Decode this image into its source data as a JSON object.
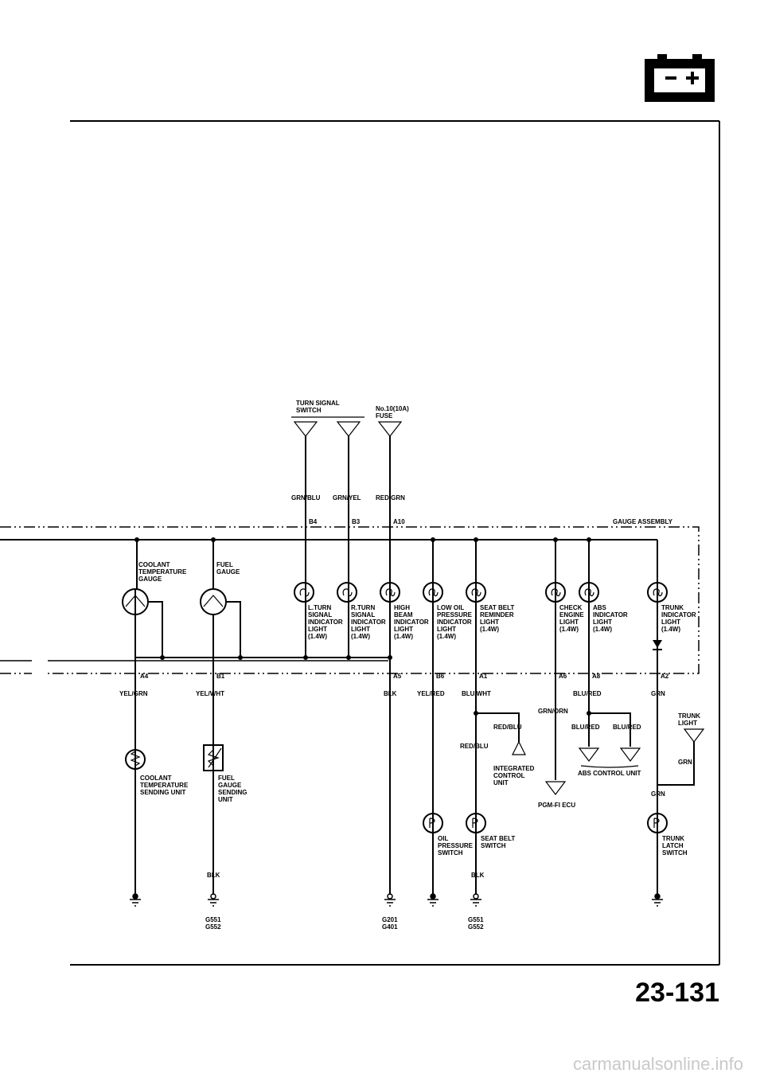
{
  "page": {
    "number": "23-131",
    "watermark": "carmanualsonline.info"
  },
  "header_icon": "battery-icon",
  "top_inputs": {
    "turn_signal_switch": [
      "TURN SIGNAL",
      "SWITCH"
    ],
    "fuse": [
      "No.10(10A)",
      "FUSE"
    ]
  },
  "input_wires": {
    "grn_blu": "GRN/BLU",
    "grn_yel": "GRN/YEL",
    "red_grn": "RED/GRN"
  },
  "top_pins": {
    "b4": "B4",
    "b3": "B3",
    "a10": "A10"
  },
  "gauge_assembly": "GAUGE ASSEMBLY",
  "gauges": {
    "coolant": [
      "COOLANT",
      "TEMPERATURE",
      "GAUGE"
    ],
    "fuel": [
      "FUEL",
      "GAUGE"
    ]
  },
  "indicators": {
    "l_turn": [
      "L.TURN",
      "SIGNAL",
      "INDICATOR",
      "LIGHT",
      "(1.4W)"
    ],
    "r_turn": [
      "R.TURN",
      "SIGNAL",
      "INDICATOR",
      "LIGHT",
      "(1.4W)"
    ],
    "high_beam": [
      "HIGH",
      "BEAM",
      "INDICATOR",
      "LIGHT",
      "(1.4W)"
    ],
    "low_oil": [
      "LOW OIL",
      "PRESSURE",
      "INDICATOR",
      "LIGHT",
      "(1.4W)"
    ],
    "seat_belt": [
      "SEAT BELT",
      "REMINDER",
      "LIGHT",
      "(1.4W)"
    ],
    "check_engine": [
      "CHECK",
      "ENGINE",
      "LIGHT",
      "(1.4W)"
    ],
    "abs": [
      "ABS",
      "INDICATOR",
      "LIGHT",
      "(1.4W)"
    ],
    "trunk": [
      "TRUNK",
      "INDICATOR",
      "LIGHT",
      "(1.4W)"
    ]
  },
  "bottom_pins": {
    "a4": "A4",
    "b1": "B1",
    "a5": "A5",
    "b6": "B6",
    "a1": "A1",
    "a6": "A6",
    "a8": "A8",
    "a2": "A2"
  },
  "bottom_wires": {
    "yel_grn": "YEL/GRN",
    "yel_wht": "YEL/WHT",
    "blk": "BLK",
    "yel_red": "YEL/RED",
    "blu_wht": "BLU/WHT",
    "blu_red": "BLU/RED",
    "grn": "GRN",
    "grn_orn": "GRN/ORN",
    "red_blu": "RED/BLU"
  },
  "components": {
    "coolant_sender": [
      "COOLANT",
      "TEMPERATURE",
      "SENDING UNIT"
    ],
    "fuel_sender": [
      "FUEL",
      "GAUGE",
      "SENDING",
      "UNIT"
    ],
    "integrated_control": [
      "INTEGRATED",
      "CONTROL",
      "UNIT"
    ],
    "pgm_fi": "PGM-FI ECU",
    "abs_control": "ABS CONTROL UNIT",
    "trunk_light": [
      "TRUNK",
      "LIGHT"
    ],
    "oil_switch": [
      "OIL",
      "PRESSURE",
      "SWITCH"
    ],
    "seat_belt_switch": [
      "SEAT BELT",
      "SWITCH"
    ],
    "trunk_latch": [
      "TRUNK",
      "LATCH",
      "SWITCH"
    ]
  },
  "grounds": {
    "fuel_ground": [
      "G551",
      "G552"
    ],
    "blk_ground": [
      "G201",
      "G401"
    ],
    "seat_belt_ground": [
      "G551",
      "G552"
    ]
  }
}
